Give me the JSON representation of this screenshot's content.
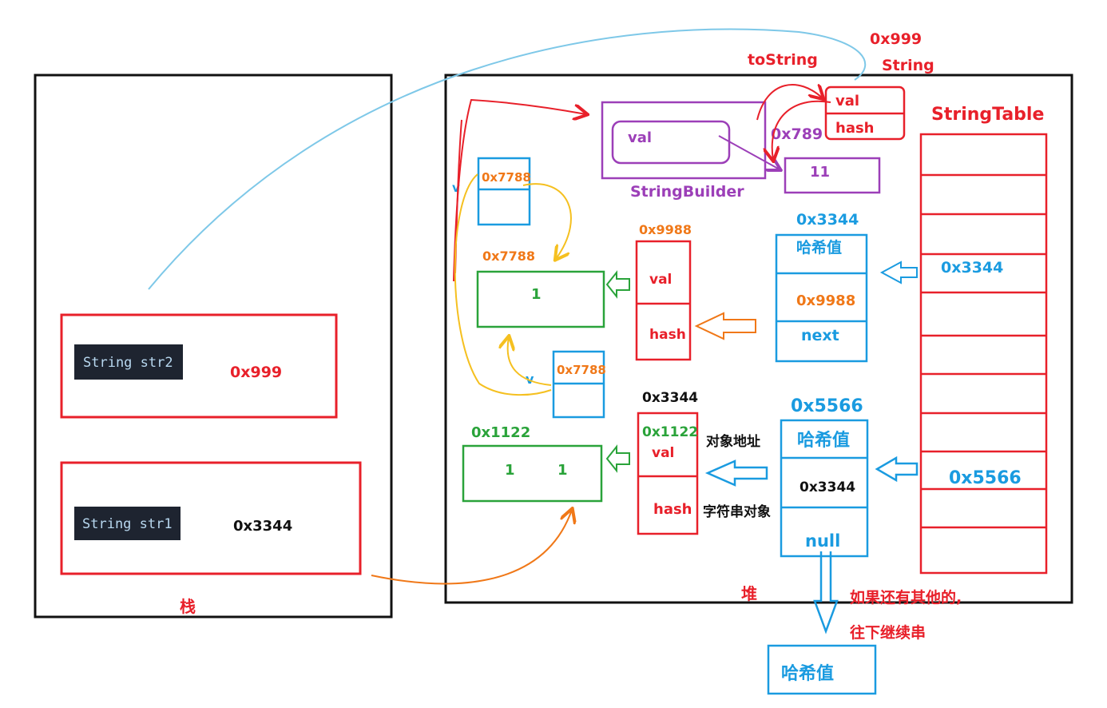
{
  "stack": {
    "label": "栈",
    "str2": {
      "code": "String str2",
      "value": "0x999"
    },
    "str1": {
      "code": "String str1",
      "value": "0x3344"
    }
  },
  "heap": {
    "label": "堆",
    "string_table_title": "StringTable",
    "string_table_entries": [
      "0x3344",
      "0x5566"
    ],
    "string_obj": {
      "addr": "0x999",
      "type": "String",
      "to_string": "toString",
      "val": "val",
      "hash": "hash"
    },
    "string_builder": {
      "label": "StringBuilder",
      "val": "val",
      "arr_addr": "0x789",
      "arr_value": "11"
    },
    "node1": {
      "addr": "0x3344",
      "hash": "哈希值",
      "ref": "0x9988",
      "next": "next"
    },
    "node2": {
      "addr": "0x5566",
      "hash": "哈希值",
      "ref": "0x3344",
      "next": "null"
    },
    "str_obj1": {
      "addr": "0x9988",
      "val": "val",
      "hash": "hash"
    },
    "str_obj2": {
      "addr": "0x3344",
      "arr": "0x1122",
      "val": "val",
      "hash": "hash"
    },
    "arr_top": {
      "addr": "0x7788",
      "value": "1"
    },
    "arr_bottom": {
      "addr": "0x1122",
      "values": [
        "1",
        "1"
      ]
    },
    "small_box_top": {
      "ref": "0x7788",
      "v": "v"
    },
    "small_box_bottom": {
      "ref": "0x7788",
      "v": "v"
    },
    "label_obj_addr": "对象地址",
    "label_str_obj": "字符串对象",
    "note_line1": "如果还有其他的,",
    "note_line2": "往下继续串",
    "overflow_hash": "哈希值"
  },
  "colors": {
    "red": "#e8202a",
    "blue": "#1a9be0",
    "green": "#2aa33a",
    "orange": "#f07818",
    "purple": "#9c3fb8",
    "yellow": "#f5c020",
    "lightblue": "#7ec8e8"
  }
}
